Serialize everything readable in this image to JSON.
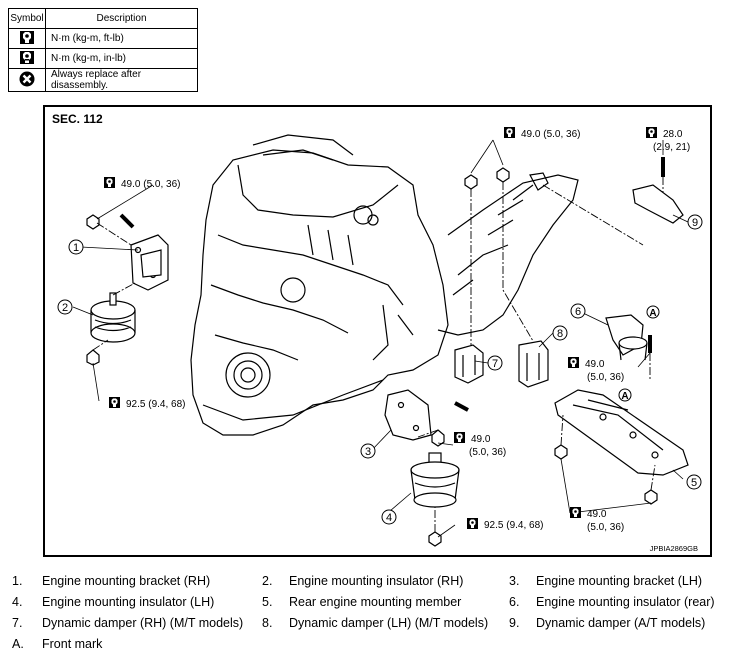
{
  "legend": {
    "header_symbol": "Symbol",
    "header_description": "Description",
    "rows": [
      {
        "icon": "torque-wrench-nm-kgm-ftlb-icon",
        "text": "N·m (kg-m, ft-lb)"
      },
      {
        "icon": "torque-wrench-nm-kgm-inlb-icon",
        "text": "N·m (kg-m, in-lb)"
      },
      {
        "icon": "always-replace-icon",
        "text": "Always replace after disassembly."
      }
    ]
  },
  "diagram": {
    "section": "SEC. 112",
    "code": "JPBIA2869GB",
    "torques": [
      "49.0 (5.0, 36)",
      "49.0 (5.0, 36)",
      "28.0",
      "(2.9, 21)",
      "49.0",
      "(5.0, 36)",
      "92.5 (9.4, 68)",
      "49.0",
      "(5.0, 36)",
      "92.5 (9.4, 68)",
      "49.0",
      "(5.0, 36)"
    ],
    "callouts": [
      "1",
      "2",
      "3",
      "4",
      "5",
      "6",
      "7",
      "8",
      "9"
    ],
    "marks": [
      "A",
      "A"
    ]
  },
  "captions": [
    {
      "num": "1.",
      "text": "Engine mounting bracket (RH)"
    },
    {
      "num": "2.",
      "text": "Engine mounting insulator (RH)"
    },
    {
      "num": "3.",
      "text": "Engine mounting bracket (LH)"
    },
    {
      "num": "4.",
      "text": "Engine mounting insulator (LH)"
    },
    {
      "num": "5.",
      "text": "Rear engine mounting member"
    },
    {
      "num": "6.",
      "text": "Engine mounting insulator (rear)"
    },
    {
      "num": "7.",
      "text": "Dynamic damper (RH) (M/T models)"
    },
    {
      "num": "8.",
      "text": "Dynamic damper (LH) (M/T models)"
    },
    {
      "num": "9.",
      "text": "Dynamic damper (A/T models)"
    },
    {
      "num": "A.",
      "text": "Front mark"
    }
  ]
}
